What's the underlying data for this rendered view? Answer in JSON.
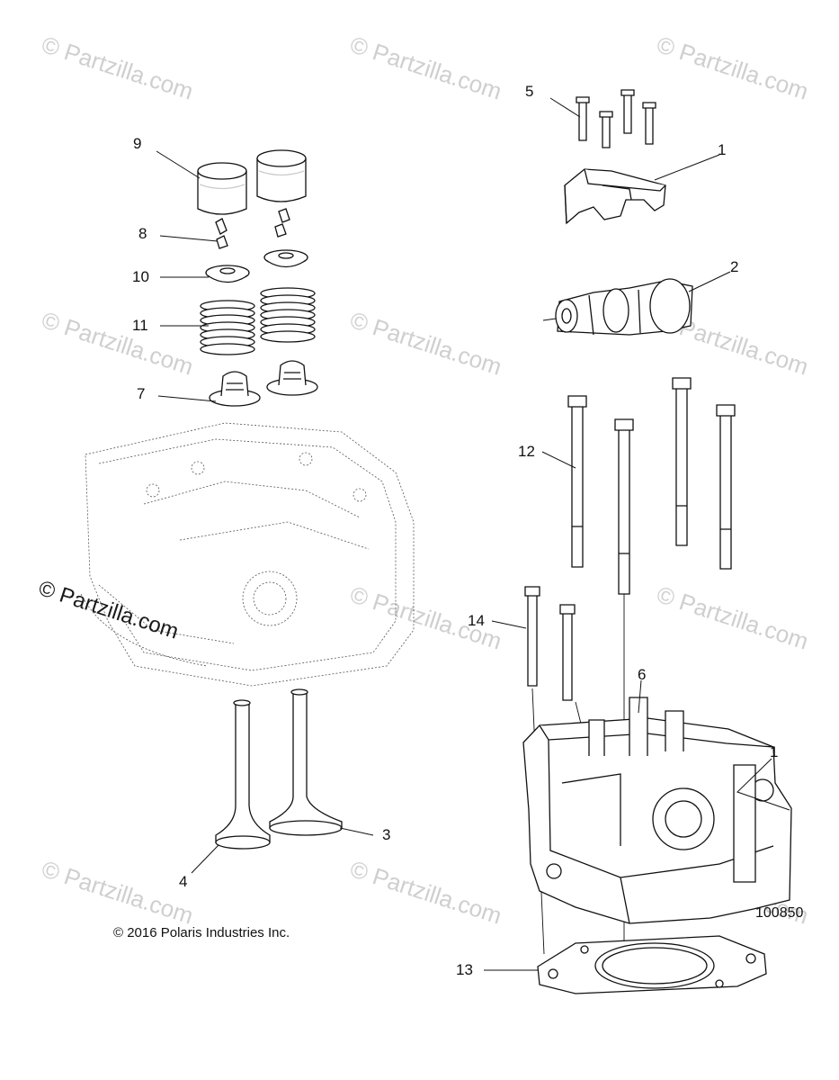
{
  "watermark": "© Partzilla.com",
  "watermark_prominent": "© Partzilla.com",
  "copyright": "© 2016 Polaris Industries Inc.",
  "drawing_number": "100850",
  "callouts": {
    "c1a": "1",
    "c1b": "1",
    "c2": "2",
    "c3": "3",
    "c4": "4",
    "c5": "5",
    "c6": "6",
    "c7": "7",
    "c8": "8",
    "c9": "9",
    "c10": "10",
    "c11": "11",
    "c12": "12",
    "c13": "13",
    "c14": "14"
  }
}
